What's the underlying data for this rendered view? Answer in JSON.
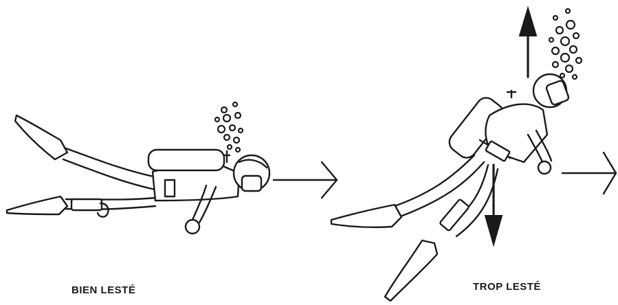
{
  "captions": {
    "left": "BIEN LESTÉ",
    "right": "TROP LESTÉ"
  },
  "colors": {
    "ink": "#1a1a1a",
    "paper": "#ffffff"
  },
  "icons": {
    "direction_arrow": "open-chevron-arrow-right",
    "force_up": "solid-arrow-up",
    "force_down": "solid-arrow-down",
    "bubbles": "air-bubbles"
  }
}
